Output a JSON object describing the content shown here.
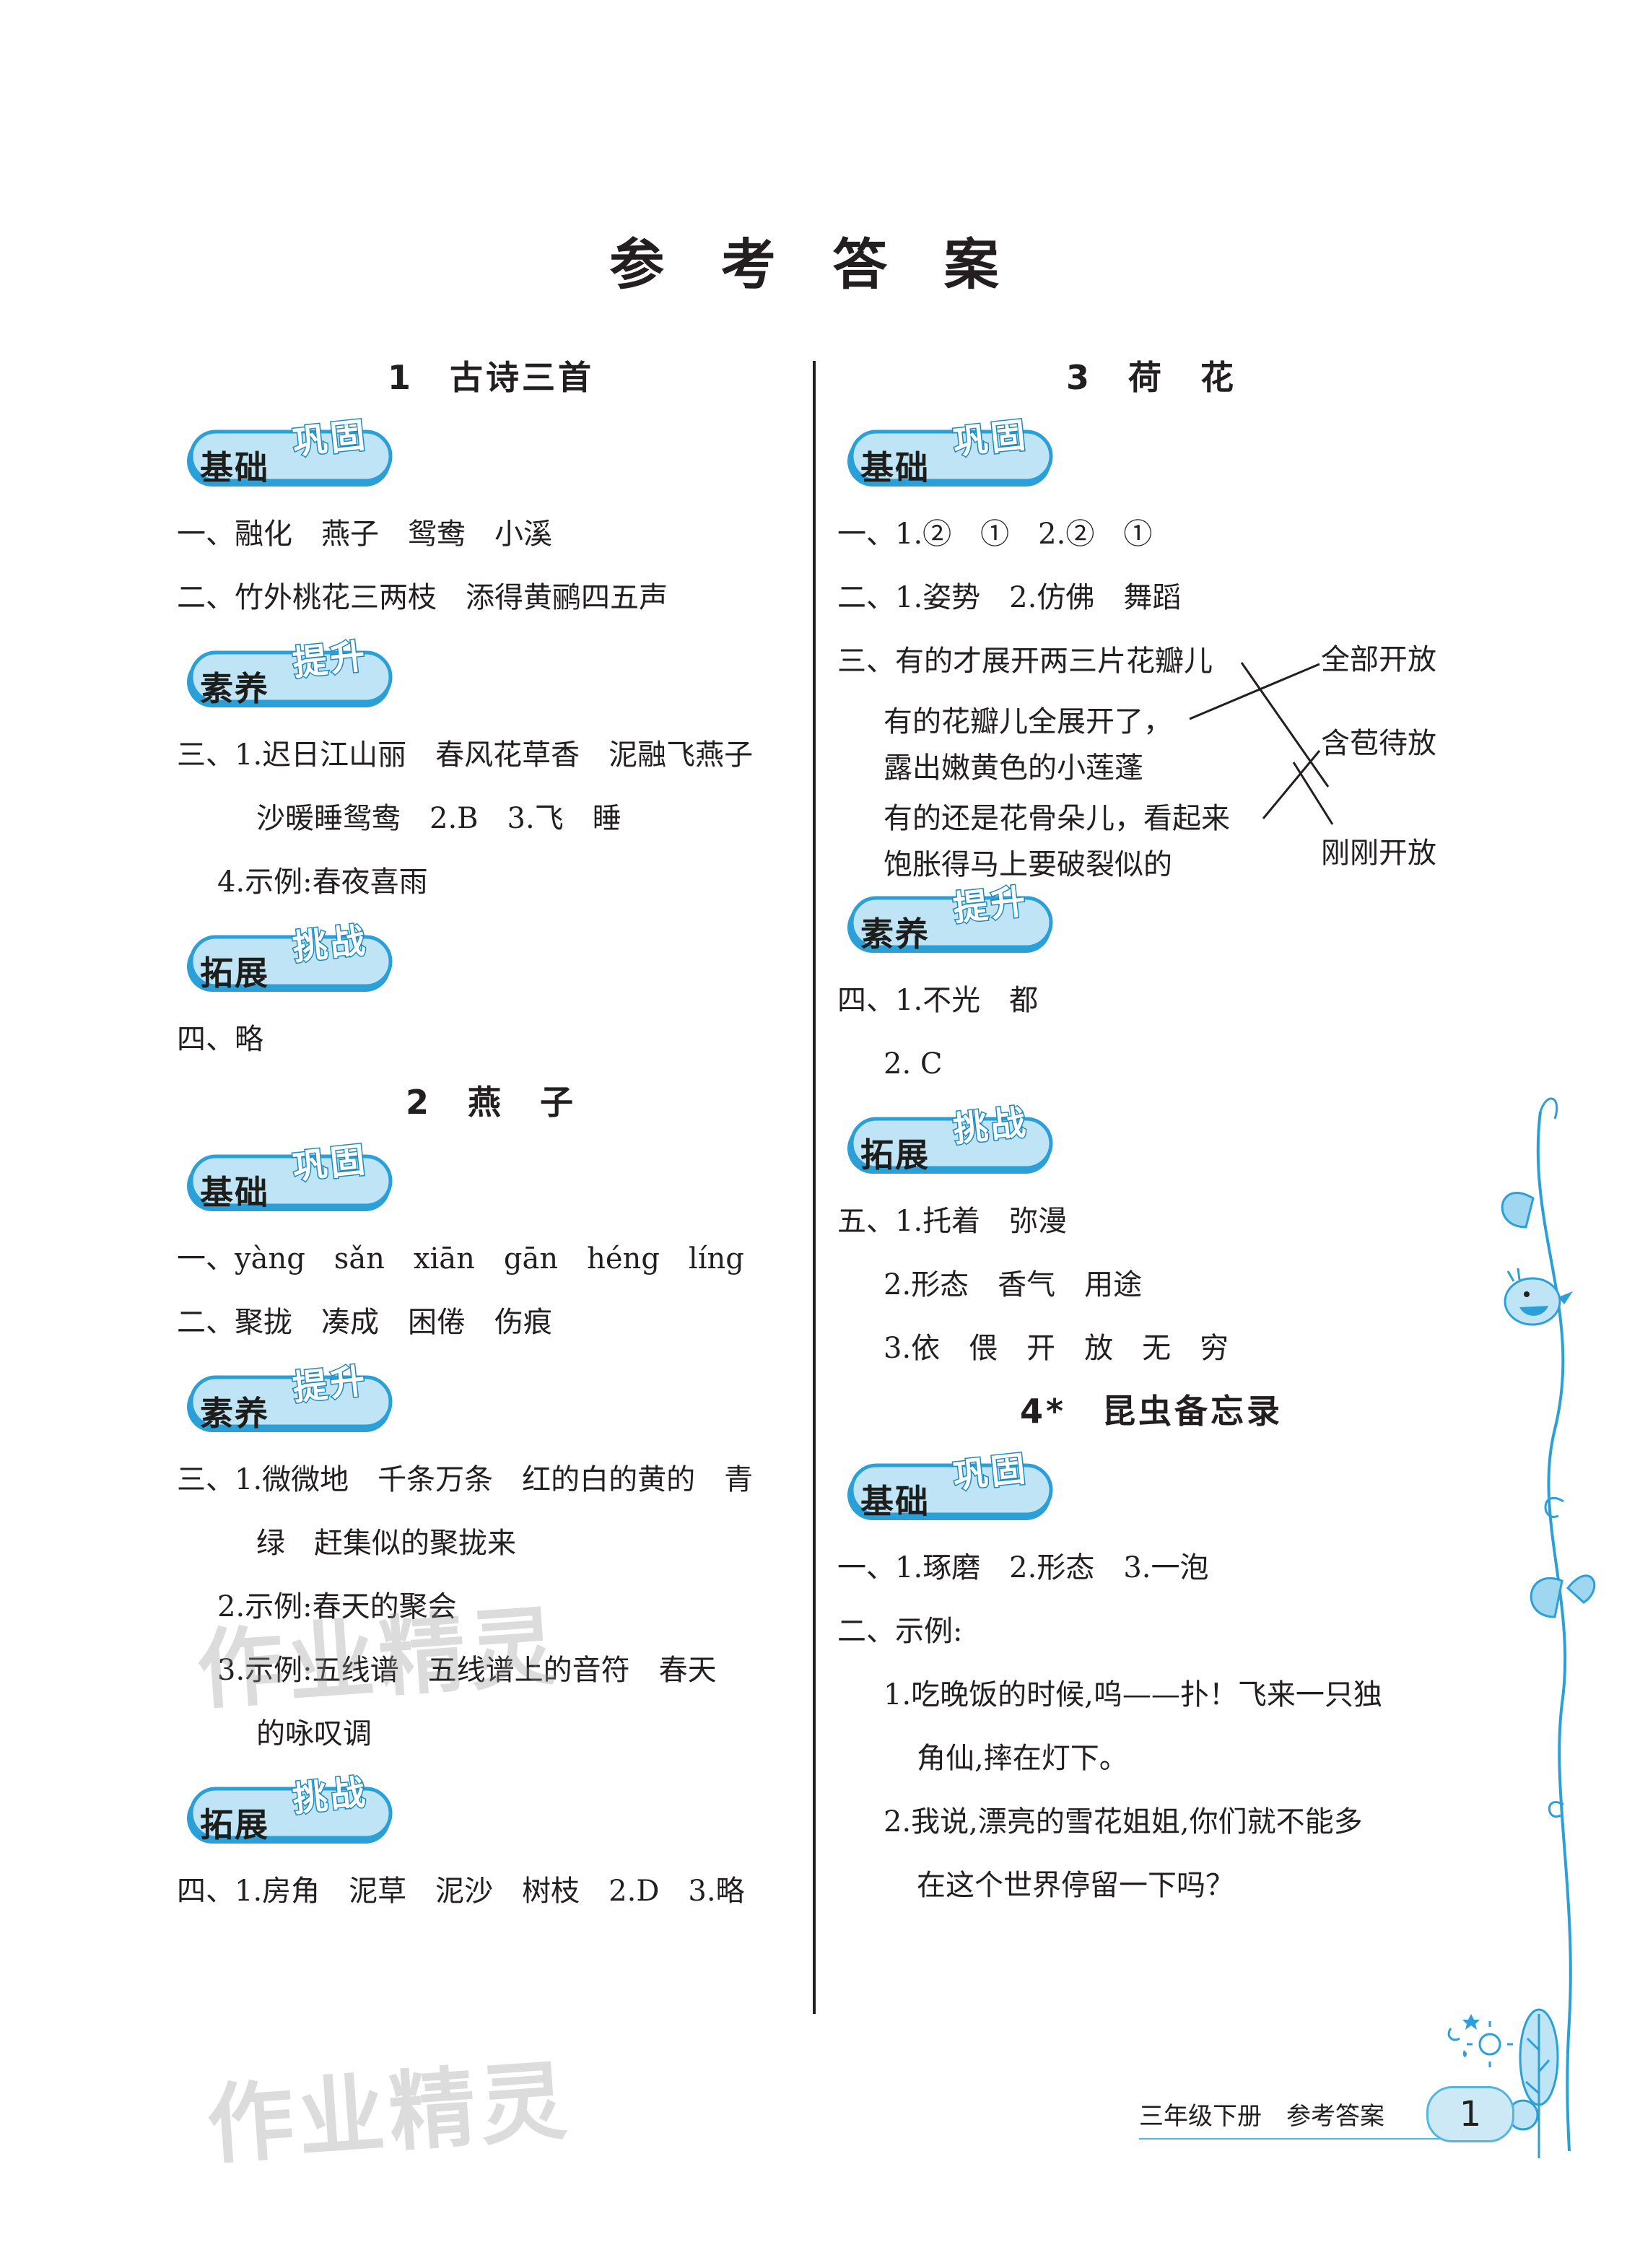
{
  "title": "参 考 答 案",
  "badges": {
    "jichu": {
      "main": "基础",
      "sub": "巩固"
    },
    "suyang": {
      "main": "素养",
      "sub": "提升"
    },
    "tuozhan": {
      "main": "拓展",
      "sub": "挑战"
    }
  },
  "left": {
    "s1": {
      "title": "1　古诗三首",
      "jichu": [
        "一、融化　燕子　鸳鸯　小溪",
        "二、竹外桃花三两枝　添得黄鹂四五声"
      ],
      "suyang": [
        "三、1.迟日江山丽　春风花草香　泥融飞燕子",
        "沙暖睡鸳鸯　2.B　3.飞　睡",
        "4.示例:春夜喜雨"
      ],
      "tuozhan": [
        "四、略"
      ]
    },
    "s2": {
      "title": "2　燕　子",
      "jichu": [
        "一、yàng　sǎn　xiān　gān　héng　líng",
        "二、聚拢　凑成　困倦　伤痕"
      ],
      "suyang": [
        "三、1.微微地　千条万条　红的白的黄的　青",
        "绿　赶集似的聚拢来",
        "2.示例:春天的聚会",
        "3.示例:五线谱　五线谱上的音符　春天",
        "的咏叹调"
      ],
      "tuozhan": [
        "四、1.房角　泥草　泥沙　树枝　2.D　3.略"
      ]
    }
  },
  "right": {
    "s3": {
      "title": "3　荷　花",
      "jichu": [
        "一、1.②　①　2.②　①",
        "二、1.姿势　2.仿佛　舞蹈"
      ],
      "matching": {
        "prefix": "三、",
        "left_items": [
          "有的才展开两三片花瓣儿",
          "有的花瓣儿全展开了，",
          "露出嫩黄色的小莲蓬",
          "有的还是花骨朵儿，看起来",
          "饱胀得马上要破裂似的"
        ],
        "right_items": [
          "全部开放",
          "含苞待放",
          "刚刚开放"
        ]
      },
      "suyang": [
        "四、1.不光　都",
        "2. C"
      ],
      "tuozhan": [
        "五、1.托着　弥漫",
        "2.形态　香气　用途",
        "3.依　偎　开　放　无　穷"
      ]
    },
    "s4": {
      "title": "4*　昆虫备忘录",
      "jichu": [
        "一、1.琢磨　2.形态　3.一泡",
        "二、示例:",
        "1.吃晚饭的时候,呜——扑！飞来一只独",
        "角仙,摔在灯下。",
        "2.我说,漂亮的雪花姐姐,你们就不能多",
        "在这个世界停留一下吗？"
      ]
    }
  },
  "footer": {
    "text": "三年级下册　参考答案",
    "page_number": "1"
  },
  "watermark": {
    "text": "作业精灵"
  },
  "colors": {
    "accent": "#2a9fd8",
    "badge_fill": "#bfe4f6",
    "text": "#231f20"
  },
  "icons": [
    "vine-decoration-icon",
    "bird-icon",
    "sun-icon",
    "tree-icon"
  ]
}
